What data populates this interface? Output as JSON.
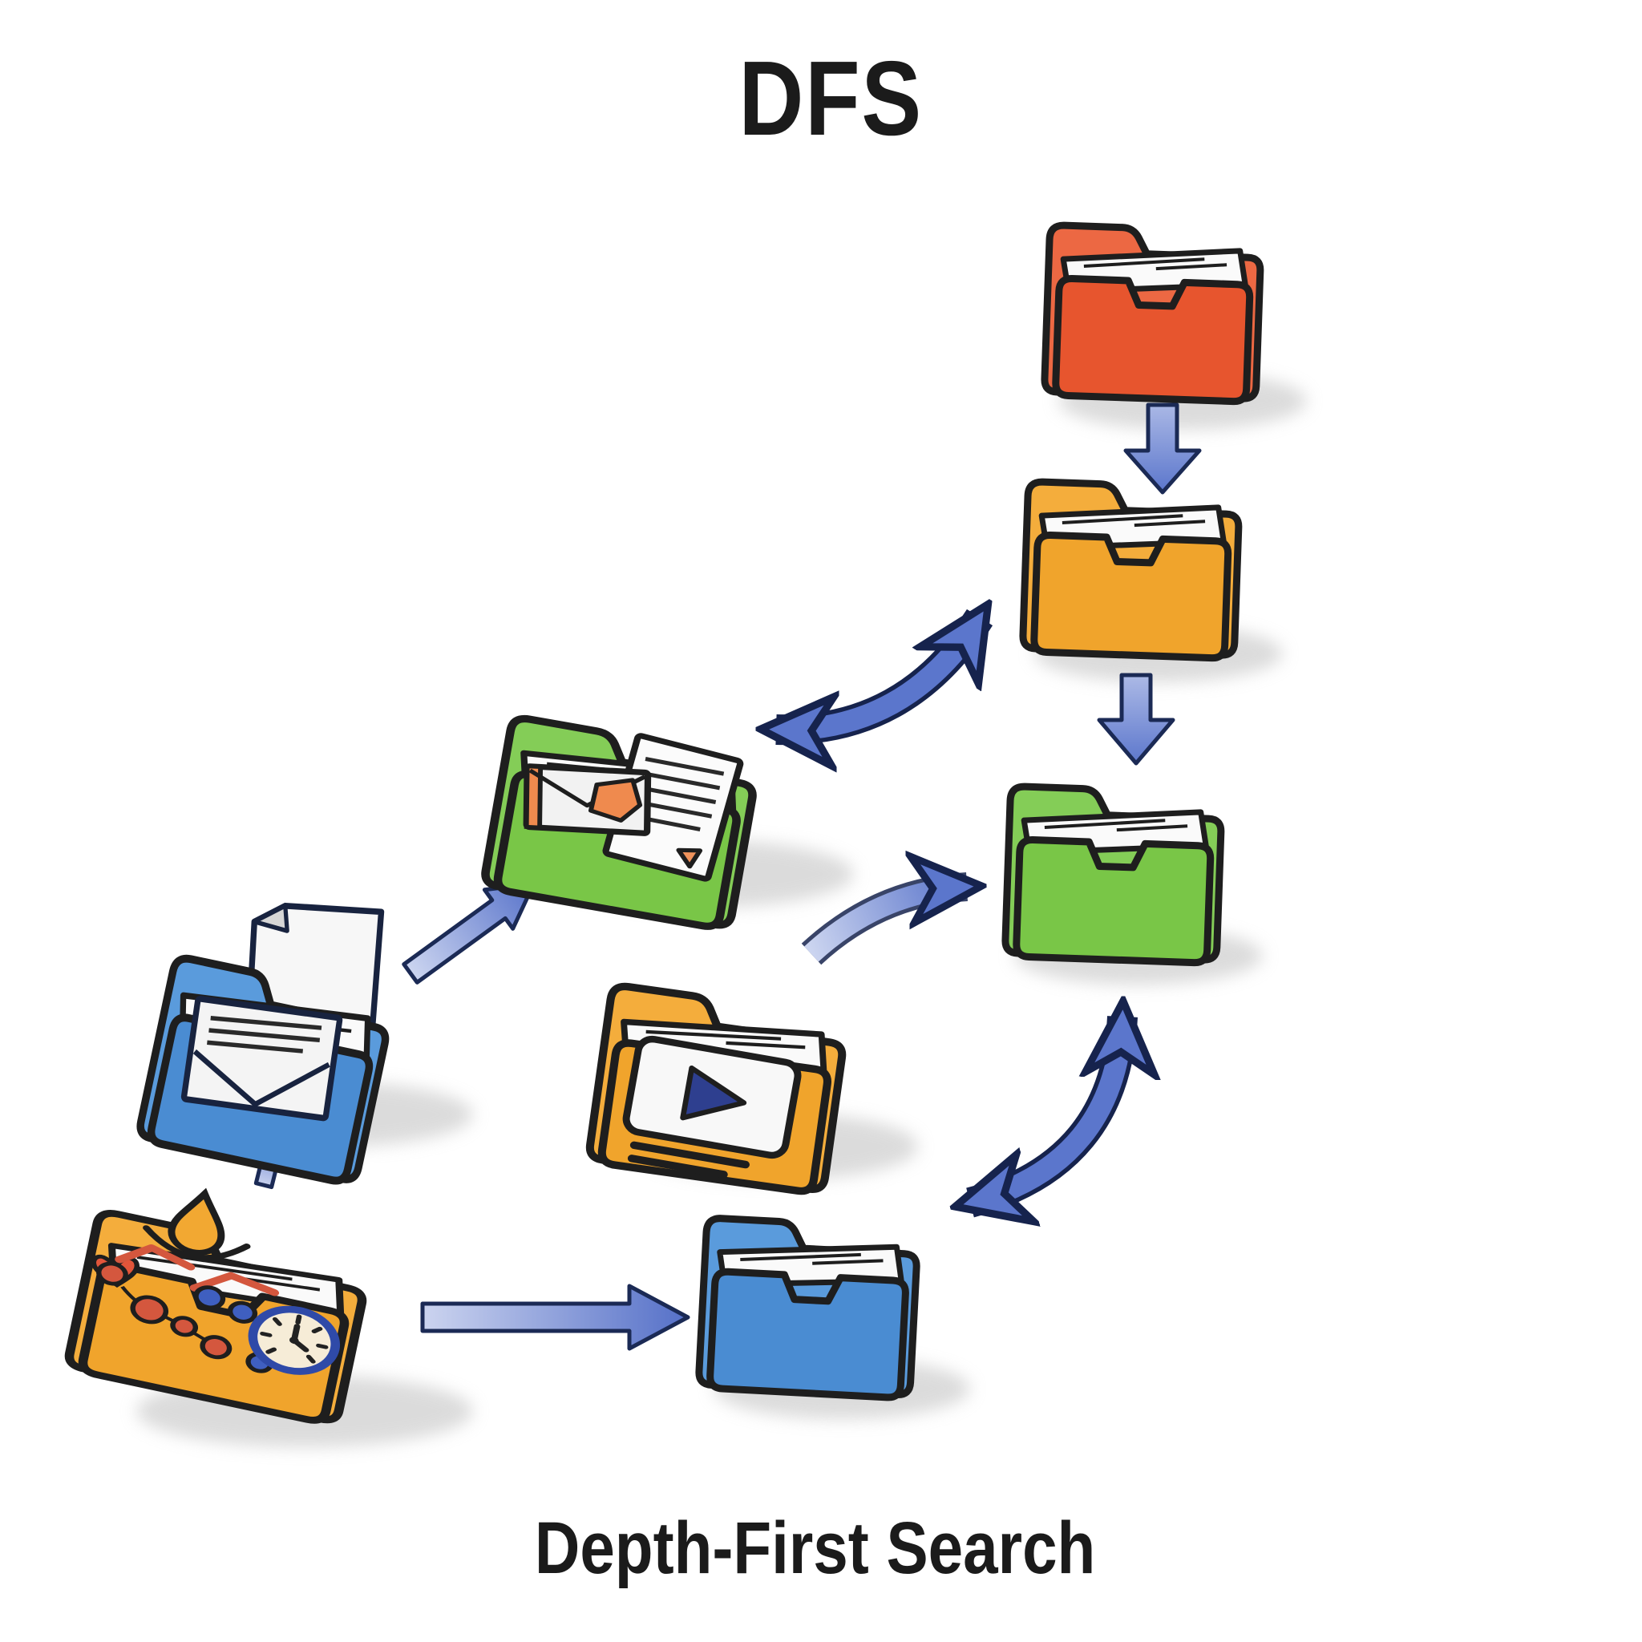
{
  "title": "DFS",
  "caption": "Depth-First Search",
  "colors": {
    "background": "#ffffff",
    "red_folder": "#e7562f",
    "orange_folder": "#f2a832",
    "green_folder": "#7dc94e",
    "blue_folder": "#4f91d6",
    "arrow_fill": "#5b76cc",
    "arrow_fill_light": "#c9d2ee",
    "arrow_outline": "#16234d",
    "line_outline": "#1e1e1e",
    "shadow": "#c4c4c4",
    "text": "#1b1b1b"
  },
  "diagram": {
    "type": "traversal-illustration",
    "nodes": [
      {
        "id": "folder-red-root",
        "color": "red",
        "position": "top-right",
        "contents": "papers"
      },
      {
        "id": "folder-orange-right",
        "color": "orange",
        "position": "right-upper",
        "contents": "papers"
      },
      {
        "id": "folder-green-right",
        "color": "green",
        "position": "right-middle",
        "contents": "papers"
      },
      {
        "id": "folder-blue-bottom",
        "color": "blue",
        "position": "bottom-center",
        "contents": "papers"
      },
      {
        "id": "folder-green-mail",
        "color": "green",
        "position": "upper-middle-left",
        "contents": "envelope and document"
      },
      {
        "id": "folder-blue-mail",
        "color": "blue",
        "position": "left",
        "contents": "paper and envelope"
      },
      {
        "id": "folder-orange-video",
        "color": "orange",
        "position": "center",
        "contents": "video player"
      },
      {
        "id": "folder-orange-flow",
        "color": "orange",
        "position": "bottom-left",
        "contents": "droplet, heart, flowchart nodes, clock"
      }
    ],
    "edges": [
      {
        "from": "folder-red-root",
        "to": "folder-orange-right",
        "style": "straight-down",
        "heads": 1
      },
      {
        "from": "folder-orange-right",
        "to": "folder-green-right",
        "style": "straight-down",
        "heads": 1
      },
      {
        "from": "folder-green-mail",
        "to": "folder-orange-right",
        "style": "curved",
        "heads": 2
      },
      {
        "from": "folder-orange-video",
        "to": "folder-green-right",
        "style": "curved",
        "heads": 1
      },
      {
        "from": "folder-green-right",
        "to": "folder-blue-bottom",
        "style": "curved",
        "heads": 2
      },
      {
        "from": "folder-orange-flow",
        "to": "folder-blue-bottom",
        "style": "straight-right",
        "heads": 1
      },
      {
        "from": "folder-orange-flow",
        "to": "folder-blue-mail",
        "style": "straight-up",
        "heads": 1
      },
      {
        "from": "folder-blue-mail",
        "to": "folder-green-mail",
        "style": "diagonal-up-right",
        "heads": 1
      }
    ]
  }
}
